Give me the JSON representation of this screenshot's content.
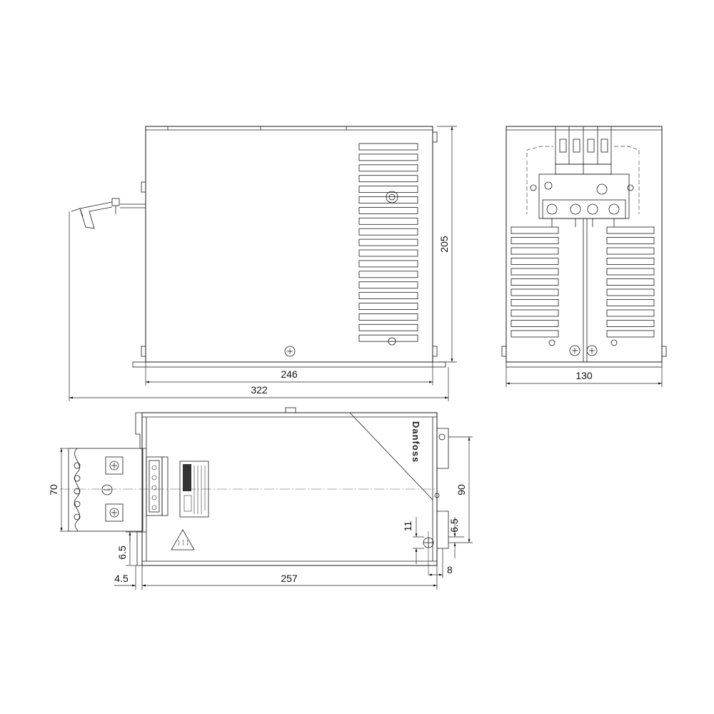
{
  "dimensions": {
    "top_view_height": "205",
    "top_view_inner_width": "246",
    "top_view_overall_width": "322",
    "side_view_width": "130",
    "bottom_view_width": "257",
    "bottom_view_terminal_height": "70",
    "bottom_view_mount_spacing": "90",
    "bottom_view_slot_width": "11",
    "bottom_view_slot_offset_right": "6.5",
    "bottom_view_slot_offset_left": "6.5",
    "bottom_view_left_edge": "4.5",
    "bottom_view_right_edge": "8"
  },
  "brand_label": "Danfoss"
}
